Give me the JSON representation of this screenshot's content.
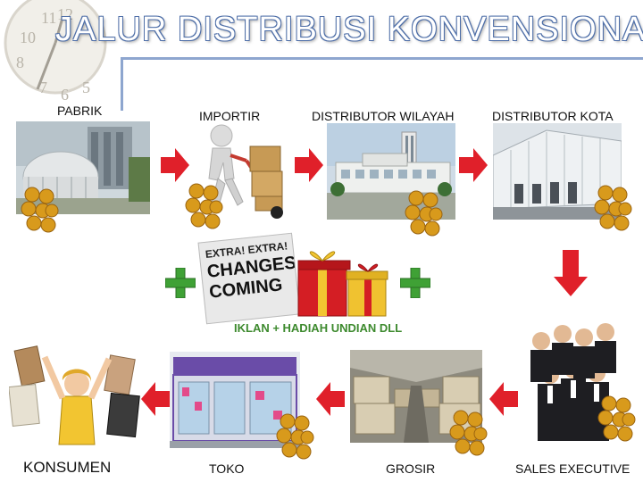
{
  "title": "JALUR DISTRIBUSI KONVENSIONAL",
  "nodes": {
    "pabrik": "PABRIK",
    "importir": "IMPORTIR",
    "distributor_wilayah": "DISTRIBUTOR WILAYAH",
    "distributor_kota": "DISTRIBUTOR  KOTA",
    "sales_executive": "SALES  EXECUTIVE",
    "grosir": "GROSIR",
    "toko": "TOKO",
    "konsumen": "KONSUMEN"
  },
  "promo_caption": "IKLAN + HADIAH UNDIAN DLL",
  "newspaper_text": [
    "EXTRA! EXTRA!",
    "CHANGES",
    "COMING"
  ],
  "colors": {
    "arrow": "#e0202a",
    "plus": "#3fa135",
    "title_outline": "#4f6fa8",
    "gold": "#d89a1c"
  }
}
